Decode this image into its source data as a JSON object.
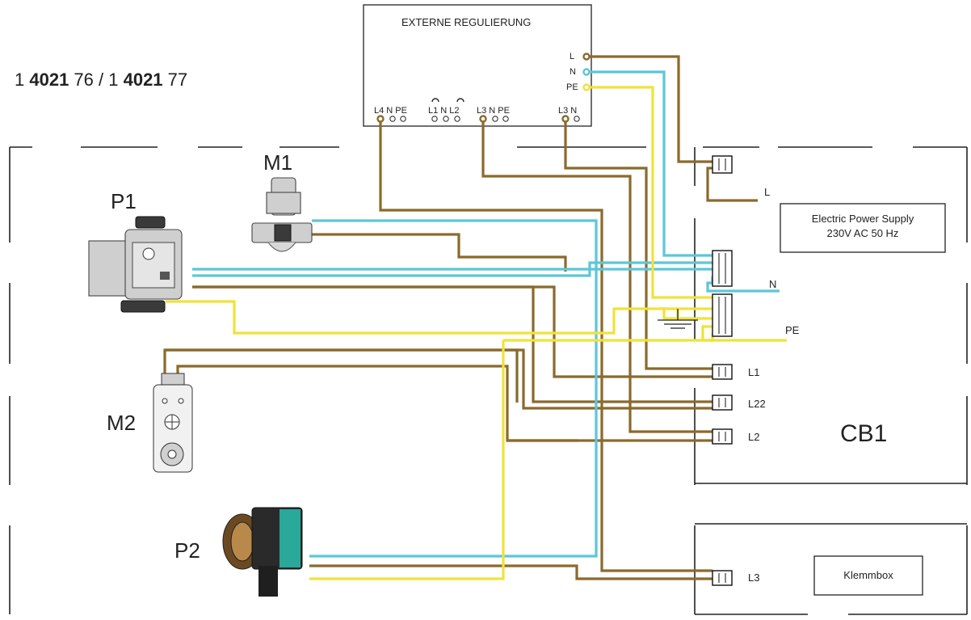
{
  "article_numbers": {
    "prefix1": "1 ",
    "bold1": "4021",
    "suffix1": " 76 / 1 ",
    "bold2": "4021",
    "suffix2": " 77"
  },
  "external_control": {
    "title": "EXTERNE REGULIERUNG",
    "terminals_left": "L4 N PE",
    "terminals_mid": "L1 N L2",
    "terminals_mid2": "L3 N PE",
    "terminals_right": "L3 N",
    "supply_pins": [
      "L",
      "N",
      "PE"
    ]
  },
  "components": {
    "m1": "M1",
    "p1": "P1",
    "m2": "M2",
    "p2": "P2",
    "cb1": "CB1"
  },
  "power_supply": {
    "line1": "Electric Power Supply",
    "line2": "230V AC 50 Hz"
  },
  "klemmbox": "Klemmbox",
  "side_labels": {
    "l": "L",
    "n": "N",
    "pe": "PE"
  },
  "terminal_labels": [
    "L1",
    "L22",
    "L2",
    "L3"
  ],
  "colors": {
    "brown": "#8a6a2c",
    "blue": "#5cc6d8",
    "yellow": "#f0e23a"
  }
}
